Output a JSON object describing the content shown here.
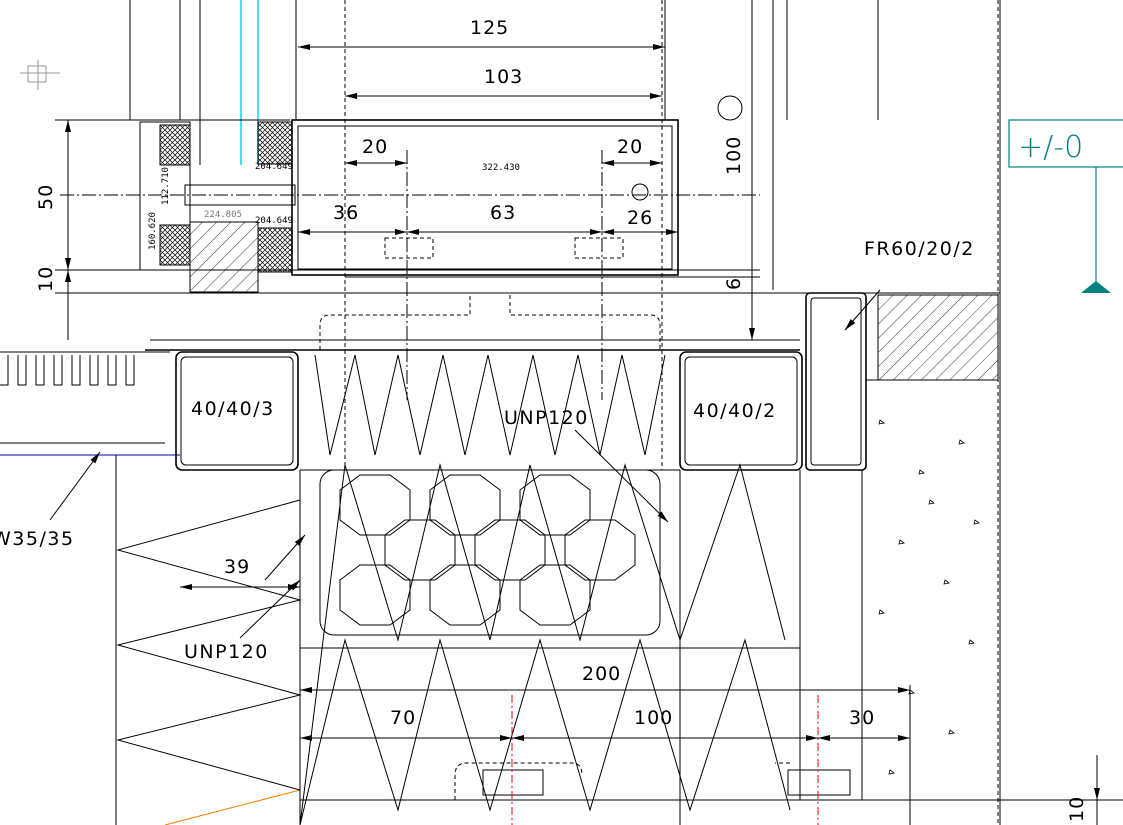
{
  "dimensions": {
    "top_width": "125",
    "inner_width": "103",
    "left_offset": "20",
    "right_offset": "20",
    "left_span": "36",
    "mid_span": "63",
    "right_span": "26",
    "height_50": "50",
    "height_10_left": "10",
    "height_100": "100",
    "height_6": "6",
    "dim_39": "39",
    "dim_200": "200",
    "dim_70": "70",
    "dim_100_bottom": "100",
    "dim_30": "30",
    "height_10_bottom": "10"
  },
  "small_labels": {
    "profile_code": "322.430",
    "gasket_top": "204.649",
    "gasket_bottom": "204.649",
    "insert_code": "224.805",
    "vertical_1": "160.620",
    "vertical_2": "112.710"
  },
  "callouts": {
    "fire_profile": "FR60/20/2",
    "tube_left": "40/40/3",
    "tube_right": "40/40/2",
    "channel_center": "UNP120",
    "channel_left": "UNP120",
    "angle": "W35/35"
  },
  "level_marker": {
    "label": "+/-0",
    "color": "#008080"
  },
  "colors": {
    "glass": "#00d8e8",
    "axis": "#e00000",
    "orange_line": "#f08000",
    "blue_line": "#0000c0"
  }
}
